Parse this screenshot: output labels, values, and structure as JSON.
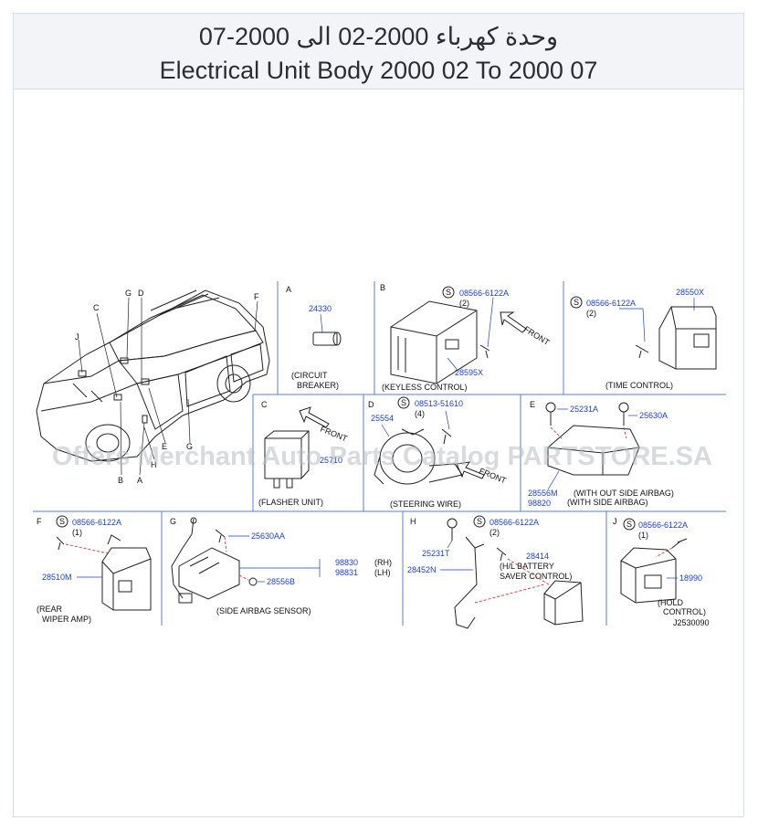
{
  "header": {
    "title_ar": "وحدة كهرباء 2000-02 الى 2000-07",
    "title_en": "Electrical Unit Body 2000 02 To 2000 07"
  },
  "watermark": "Offers Merchant Auto Parts Catalog PARTSTORE.SA",
  "vehicle_callouts": [
    "C",
    "G",
    "D",
    "F",
    "J",
    "E",
    "G",
    "B",
    "A",
    "H"
  ],
  "sections": {
    "A": {
      "letter": "A",
      "parts": [
        "24330"
      ],
      "caption_1": "(CIRCUIT",
      "caption_2": "BREAKER)"
    },
    "B": {
      "letter": "B",
      "screw_symbol": "S",
      "screw": "08566-6122A",
      "screw_qty": "(2)",
      "front": "FRONT",
      "parts": [
        "28595X"
      ],
      "caption": "(KEYLESS  CONTROL)"
    },
    "time": {
      "screw_symbol": "S",
      "screw": "08566-6122A",
      "screw_qty": "(2)",
      "parts": [
        "28550X"
      ],
      "caption": "(TIME   CONTROL)"
    },
    "C": {
      "letter": "C",
      "front": "FRONT",
      "parts": [
        "25710"
      ],
      "caption": "(FLASHER       UNIT)"
    },
    "D": {
      "letter": "D",
      "screw_symbol": "S",
      "screw": "08513-51610",
      "screw_qty": "(4)",
      "front": "FRONT",
      "parts": [
        "25554"
      ],
      "caption": "(STEERING  WIRE)"
    },
    "E": {
      "letter": "E",
      "parts": [
        "25231A",
        "25630A",
        "28556M",
        "98820"
      ],
      "caption_1": "(WITH  OUT  SIDE  AIRBAG)",
      "caption_2": "(WITH  SIDE  AIRBAG)"
    },
    "F": {
      "letter": "F",
      "screw_symbol": "S",
      "screw": "08566-6122A",
      "screw_qty": "(1)",
      "parts": [
        "28510M"
      ],
      "caption_1": "(REAR",
      "caption_2": "WIPER  AMP)"
    },
    "G": {
      "letter": "G",
      "parts": [
        "25630AA",
        "28556B",
        "98830",
        "98831"
      ],
      "side_1": "(RH)",
      "side_2": "(LH)",
      "caption": "(SIDE   AIRBAG          SENSOR)"
    },
    "H": {
      "letter": "H",
      "screw_symbol": "S",
      "screw": "08566-6122A",
      "screw_qty": "(2)",
      "parts": [
        "25231T",
        "28414",
        "28452N"
      ],
      "caption_1": "(H/L  BATTERY",
      "caption_2": "SAVER  CONTROL)"
    },
    "J": {
      "letter": "J",
      "screw_symbol": "S",
      "screw": "08566-6122A",
      "screw_qty": "(1)",
      "parts": [
        "18990"
      ],
      "caption_1": "(HOLD",
      "caption_2": "CONTROL)",
      "ref": "J2530090"
    }
  },
  "colors": {
    "part_number": "#1a3fd6",
    "leader_dash": "#e04040",
    "divider": "#5a7fd6",
    "header_bg": "#f3f4f8"
  }
}
